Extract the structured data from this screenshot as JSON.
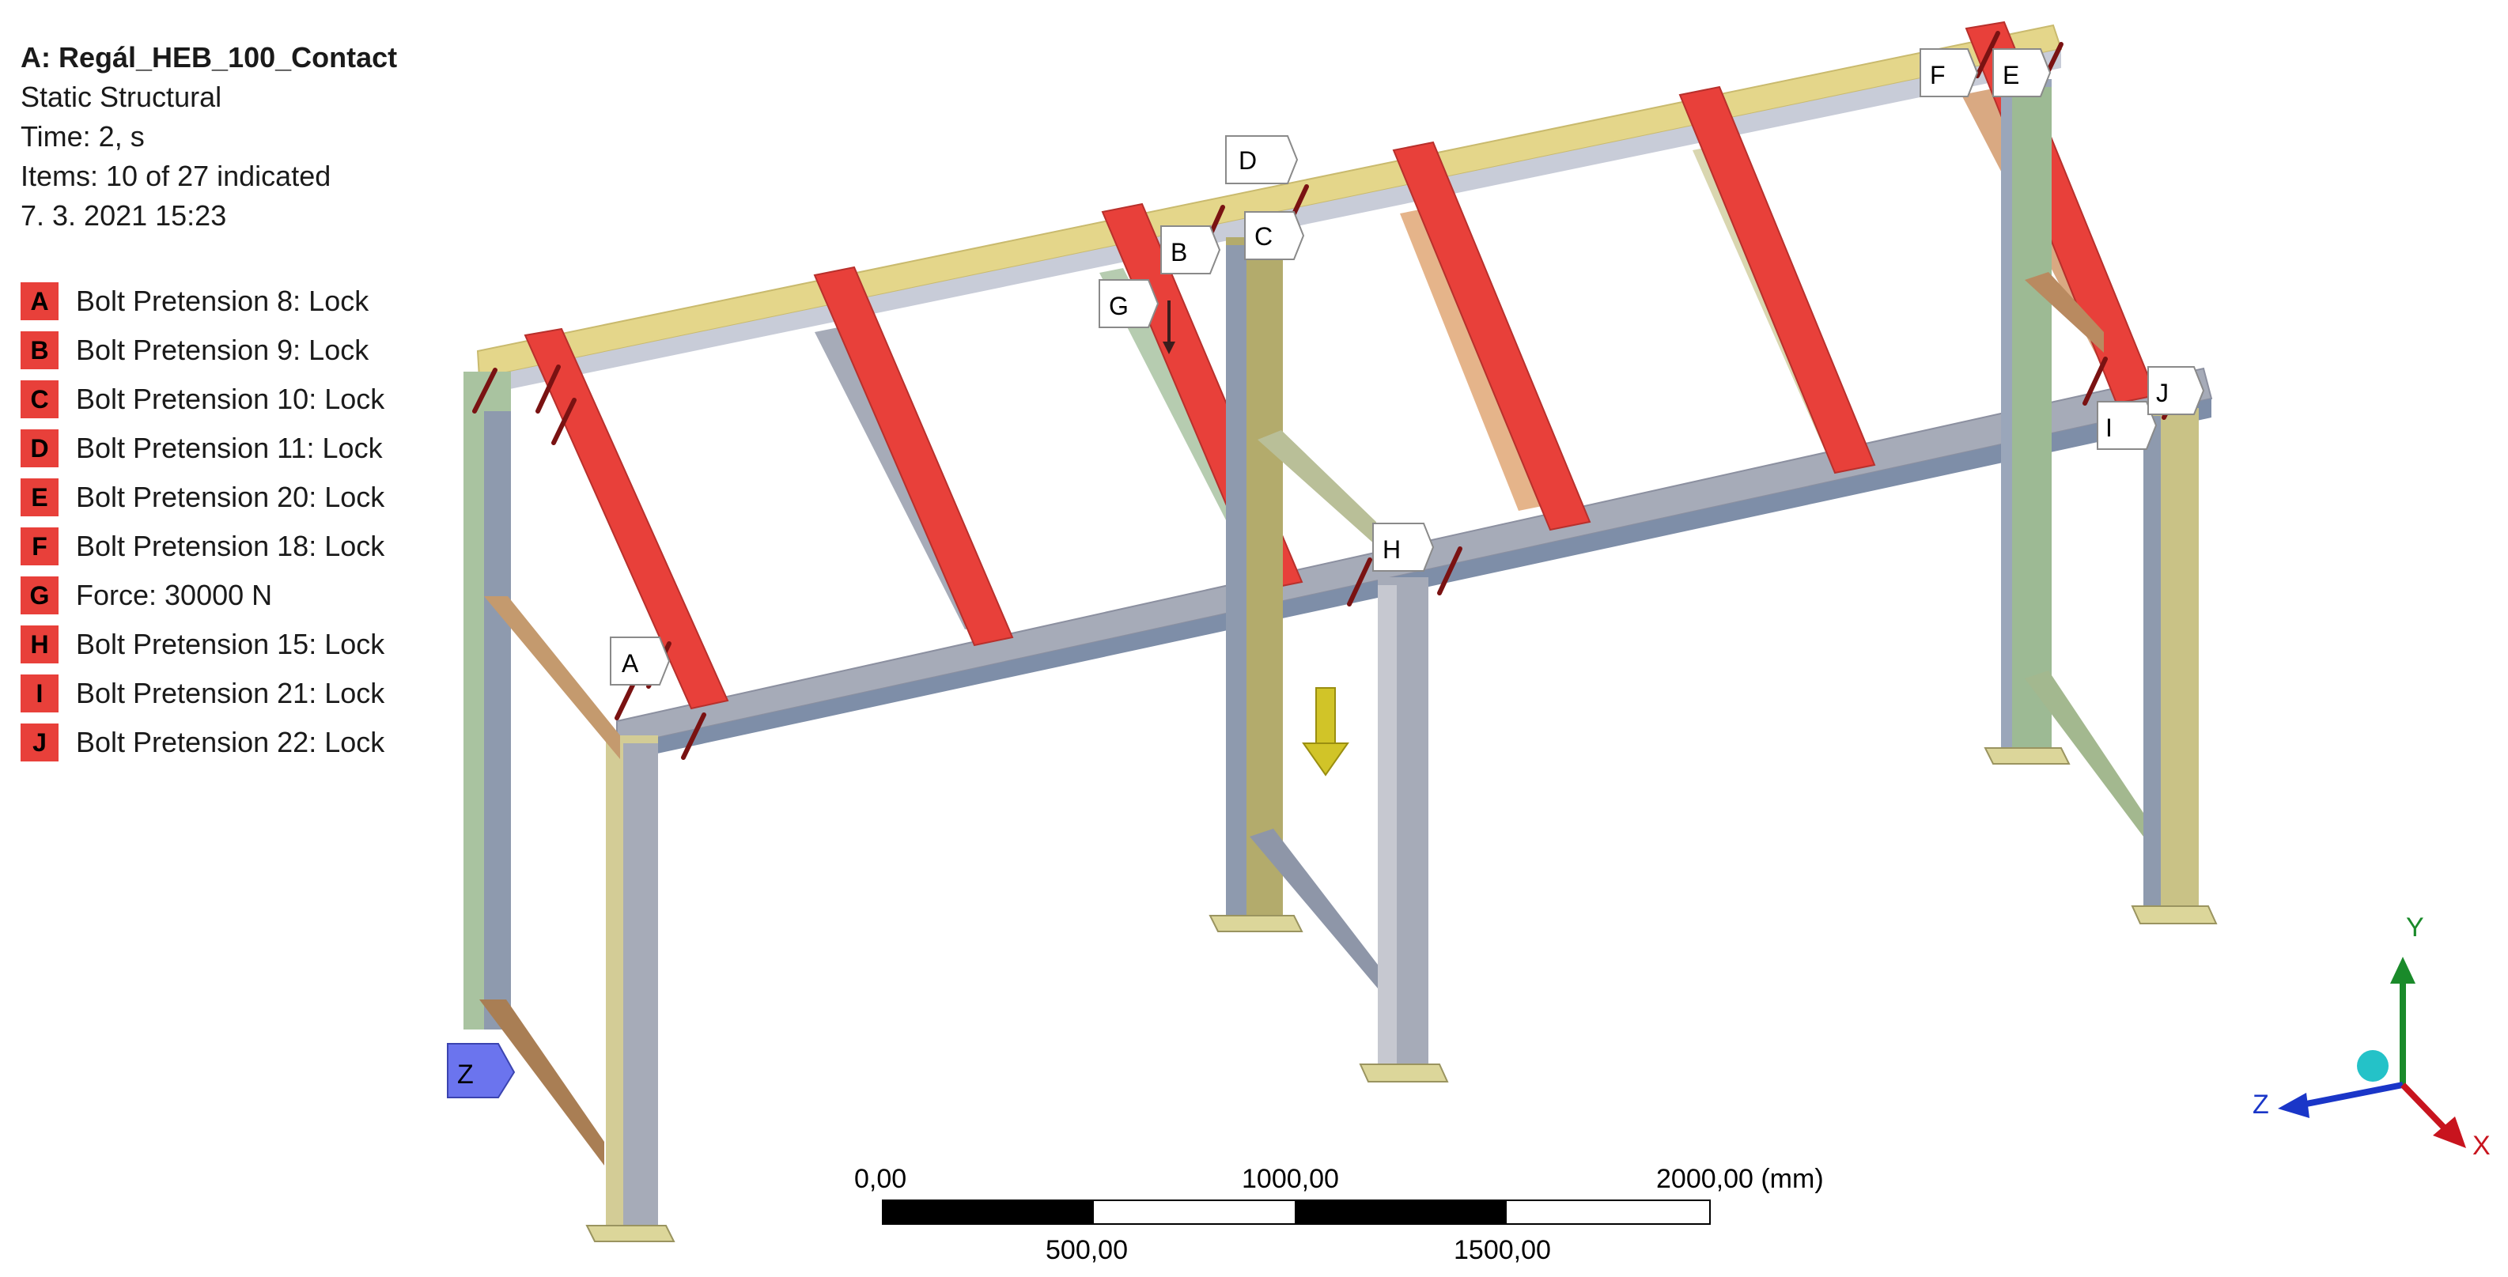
{
  "header": {
    "title": "A: Regál_HEB_100_Contact",
    "analysis": "Static Structural",
    "time": "Time: 2, s",
    "items": "Items: 10 of 27 indicated",
    "date": "7. 3. 2021 15:23"
  },
  "legend": [
    {
      "key": "A",
      "label": "Bolt Pretension 8: Lock"
    },
    {
      "key": "B",
      "label": "Bolt Pretension 9: Lock"
    },
    {
      "key": "C",
      "label": "Bolt Pretension 10: Lock"
    },
    {
      "key": "D",
      "label": "Bolt Pretension 11: Lock"
    },
    {
      "key": "E",
      "label": "Bolt Pretension 20: Lock"
    },
    {
      "key": "F",
      "label": "Bolt Pretension 18: Lock"
    },
    {
      "key": "G",
      "label": "Force: 30000 N"
    },
    {
      "key": "H",
      "label": "Bolt Pretension 15: Lock"
    },
    {
      "key": "I",
      "label": "Bolt Pretension 21: Lock"
    },
    {
      "key": "J",
      "label": "Bolt Pretension 22: Lock"
    }
  ],
  "callouts": {
    "a": "A",
    "b": "B",
    "c": "C",
    "d": "D",
    "e": "E",
    "f": "F",
    "g": "G",
    "h": "H",
    "i": "I",
    "j": "J",
    "z": "Z"
  },
  "scale_bar": {
    "t0": "0,00",
    "t1000": "1000,00",
    "t2000": "2000,00 (mm)",
    "t500": "500,00",
    "t1500": "1500,00"
  },
  "triad": {
    "x": "X",
    "y": "Y",
    "z": "Z"
  },
  "colors": {
    "accent_red": "#e8403a",
    "deck_yellow": "#e4d68a",
    "steel": "#a6abb8"
  }
}
